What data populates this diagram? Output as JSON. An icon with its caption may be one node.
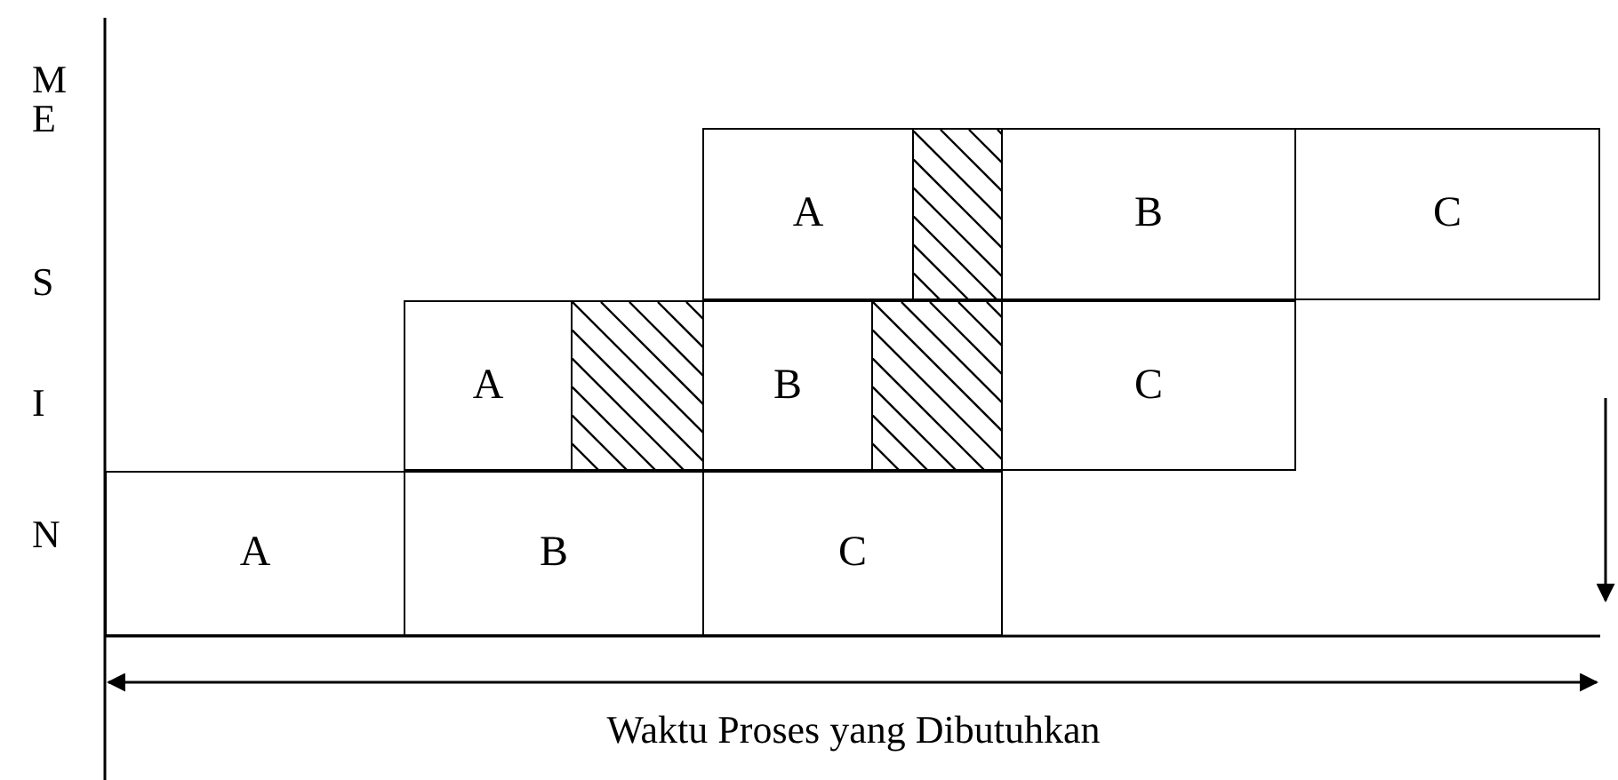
{
  "diagram": {
    "nodes": [
      {
        "text": [
          "A"
        ]
      },
      {
        "text": [],
        "shape": "box"
      },
      {
        "text": [
          "B"
        ]
      },
      {
        "text": [
          "C"
        ]
      },
      {
        "text": [
          "A"
        ]
      },
      {
        "text": [],
        "shape": "box"
      },
      {
        "text": [
          "B"
        ]
      },
      {
        "text": [],
        "shape": "box"
      },
      {
        "text": [
          "C"
        ]
      },
      {
        "text": [
          "A"
        ]
      },
      {
        "text": [
          "B"
        ]
      },
      {
        "text": [
          "C"
        ]
      }
    ],
    "edges": [],
    "labels": [
      "M",
      "E",
      "S",
      "I",
      "N",
      "Waktu Proses yang Dibutuhkan"
    ]
  }
}
